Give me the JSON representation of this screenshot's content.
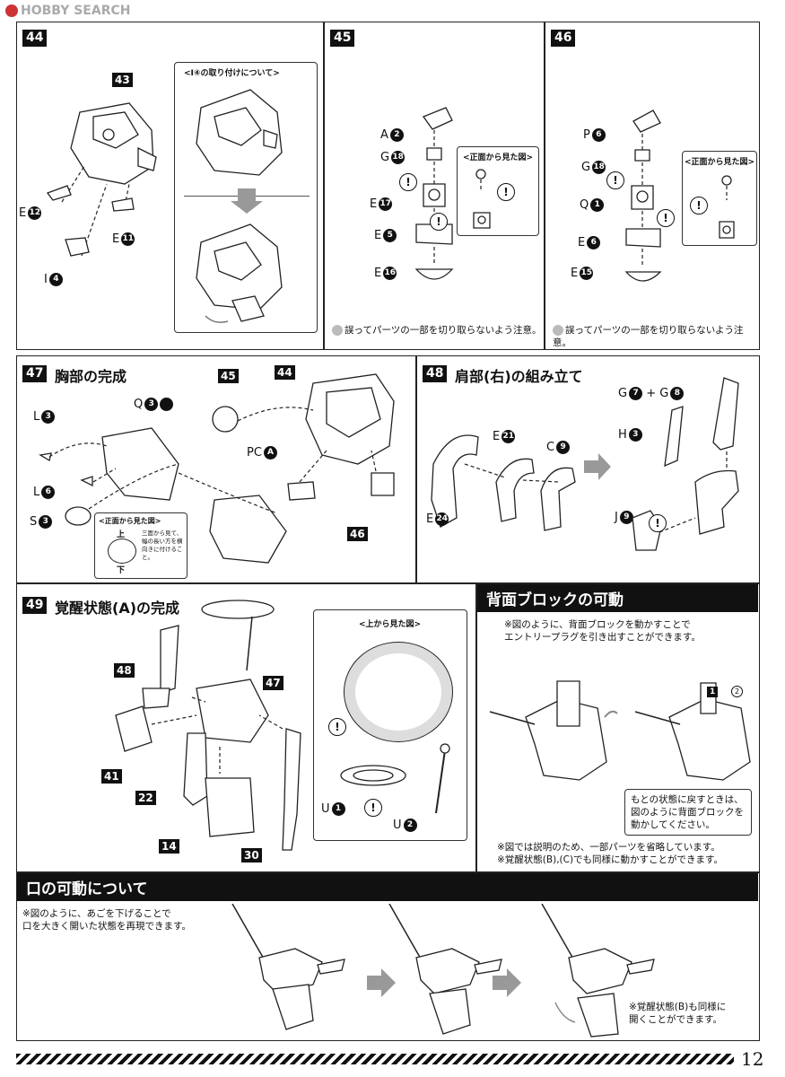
{
  "watermark": {
    "brand": "HOBBY SEARCH"
  },
  "page_number": "12",
  "step44": {
    "number": "44",
    "main_part": "43",
    "inset_title": "<I④の取り付けについて>",
    "labels": {
      "e12": "E",
      "e12n": "12",
      "e11": "E",
      "e11n": "11",
      "i4": "I",
      "i4n": "4"
    }
  },
  "step45": {
    "number": "45",
    "inset_title": "<正面から見た図>",
    "labels": {
      "a": "A",
      "an": "2",
      "g": "G",
      "gn": "18",
      "e17": "E",
      "e17n": "17",
      "e5": "E",
      "e5n": "5",
      "e16": "E",
      "e16n": "16"
    },
    "note": "誤ってパーツの一部を切り取らないよう注意。"
  },
  "step46": {
    "number": "46",
    "inset_title": "<正面から見た図>",
    "labels": {
      "p": "P",
      "pn": "6",
      "g": "G",
      "gn": "18",
      "q": "Q",
      "qn": "1",
      "e6": "E",
      "e6n": "6",
      "e15": "E",
      "e15n": "15"
    },
    "note": "誤ってパーツの一部を切り取らないよう注意。"
  },
  "step47": {
    "number": "47",
    "title": "胸部の完成",
    "refs": {
      "r45": "45",
      "r44": "44",
      "r46": "46"
    },
    "labels": {
      "l3": "L",
      "l3n": "3",
      "q3": "Q",
      "q3n": "3",
      "l6": "L",
      "l6n": "6",
      "s3": "S",
      "s3n": "3",
      "pc": "PC",
      "pcn": "A"
    },
    "inset_title": "<正面から見た図>",
    "inset_up": "上",
    "inset_down": "下",
    "inset_note": "三面から見て、幅の長い方を横向きに付けること。"
  },
  "step48": {
    "number": "48",
    "title": "肩部(右)の組み立て",
    "labels": {
      "e21": "E",
      "e21n": "21",
      "c9": "C",
      "c9n": "9",
      "e24": "E",
      "e24n": "24",
      "g7": "G",
      "g7n": "7",
      "plus": "+",
      "g8": "G",
      "g8n": "8",
      "h3": "H",
      "h3n": "3",
      "j9": "J",
      "j9n": "9"
    }
  },
  "step49": {
    "number": "49",
    "title": "覚醒状態(A)の完成",
    "refs": {
      "r48": "48",
      "r47": "47",
      "r41": "41",
      "r22": "22",
      "r14": "14",
      "r30": "30"
    },
    "inset_title": "<上から見た図>",
    "labels": {
      "u1": "U",
      "u1n": "1",
      "u2": "U",
      "u2n": "2"
    }
  },
  "back_block": {
    "title": "背面ブロックの可動",
    "desc": "※図のように、背面ブロックを動かすことで\nエントリープラグを引き出すことができます。",
    "callout": "もとの状態に戻すときは、\n図のように背面ブロックを\n動かしてください。",
    "steps": [
      "1",
      "2"
    ],
    "footnote1": "※図では説明のため、一部パーツを省略しています。",
    "footnote2": "※覚醒状態(B),(C)でも同様に動かすことができます。"
  },
  "mouth": {
    "title": "口の可動について",
    "desc": "※図のように、あごを下げることで\n口を大きく開いた状態を再現できます。",
    "note": "※覚醒状態(B)も同様に\n開くことができます。"
  }
}
